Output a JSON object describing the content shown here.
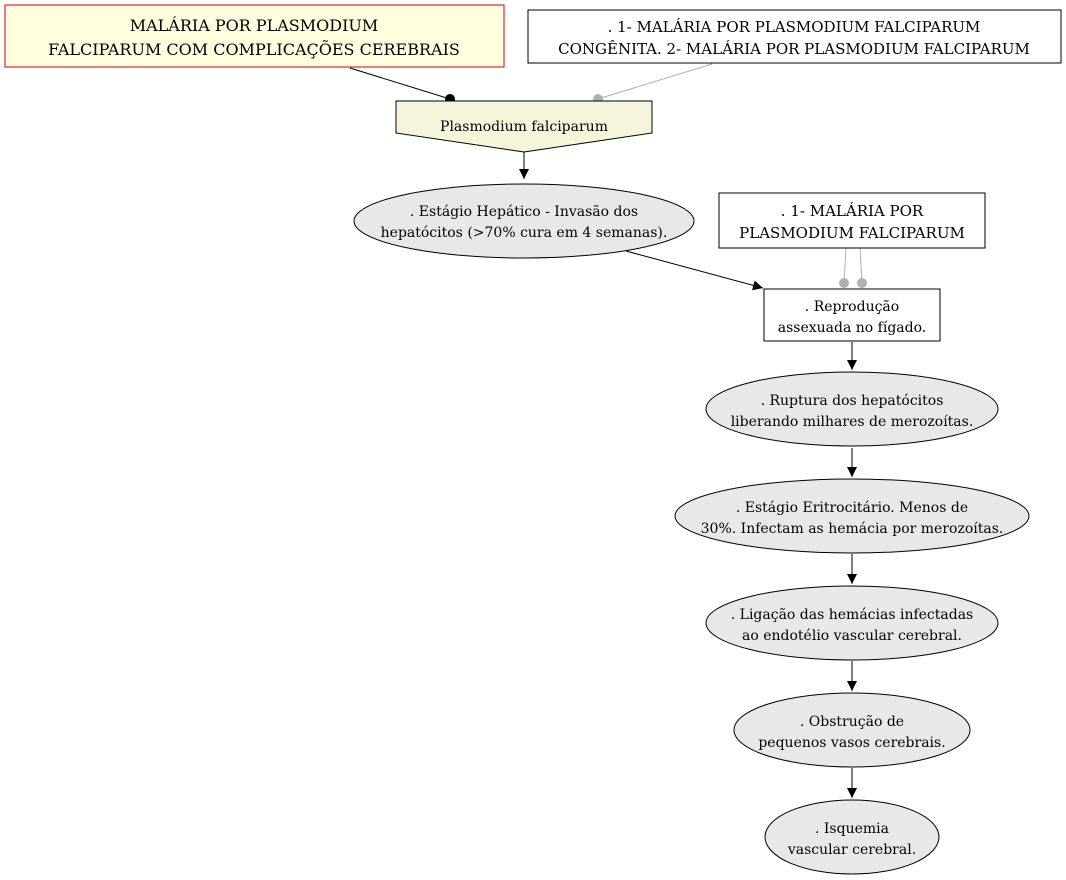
{
  "colors": {
    "title_box_fill": "#ffffe0",
    "title_box_stroke": "#cc0000",
    "organism_fill": "#f5f5dc",
    "ellipse_fill": "#e8e8e8",
    "box_fill": "#ffffff",
    "edge_black": "#000000",
    "edge_gray": "#b0b0b0"
  },
  "nodes": {
    "title": {
      "line1": "MALÁRIA POR PLASMODIUM",
      "line2": "FALCIPARUM COM COMPLICAÇÕES CEREBRAIS"
    },
    "ref_top": {
      "line1": ". 1- MALÁRIA POR PLASMODIUM FALCIPARUM",
      "line2": "CONGÊNITA. 2- MALÁRIA POR PLASMODIUM FALCIPARUM"
    },
    "organism": {
      "label": "Plasmodium falciparum"
    },
    "hepatic": {
      "line1": ". Estágio Hepático - Invasão dos",
      "line2": "hepatócitos (>70% cura em 4 semanas)."
    },
    "ref_mid": {
      "line1": ". 1- MALÁRIA POR",
      "line2": "PLASMODIUM FALCIPARUM"
    },
    "reproduction": {
      "line1": ". Reprodução",
      "line2": "assexuada no fígado."
    },
    "rupture": {
      "line1": ". Ruptura dos hepatócitos",
      "line2": "liberando milhares de merozoítas."
    },
    "erythrocytic": {
      "line1": ". Estágio Eritrocitário. Menos de",
      "line2": "30%. Infectam as hemácia por merozoítas."
    },
    "binding": {
      "line1": ". Ligação das hemácias infectadas",
      "line2": "ao endotélio vascular cerebral."
    },
    "obstruction": {
      "line1": ". Obstrução de",
      "line2": "pequenos vasos cerebrais."
    },
    "ischemia": {
      "line1": ". Isquemia",
      "line2": "vascular cerebral."
    }
  }
}
